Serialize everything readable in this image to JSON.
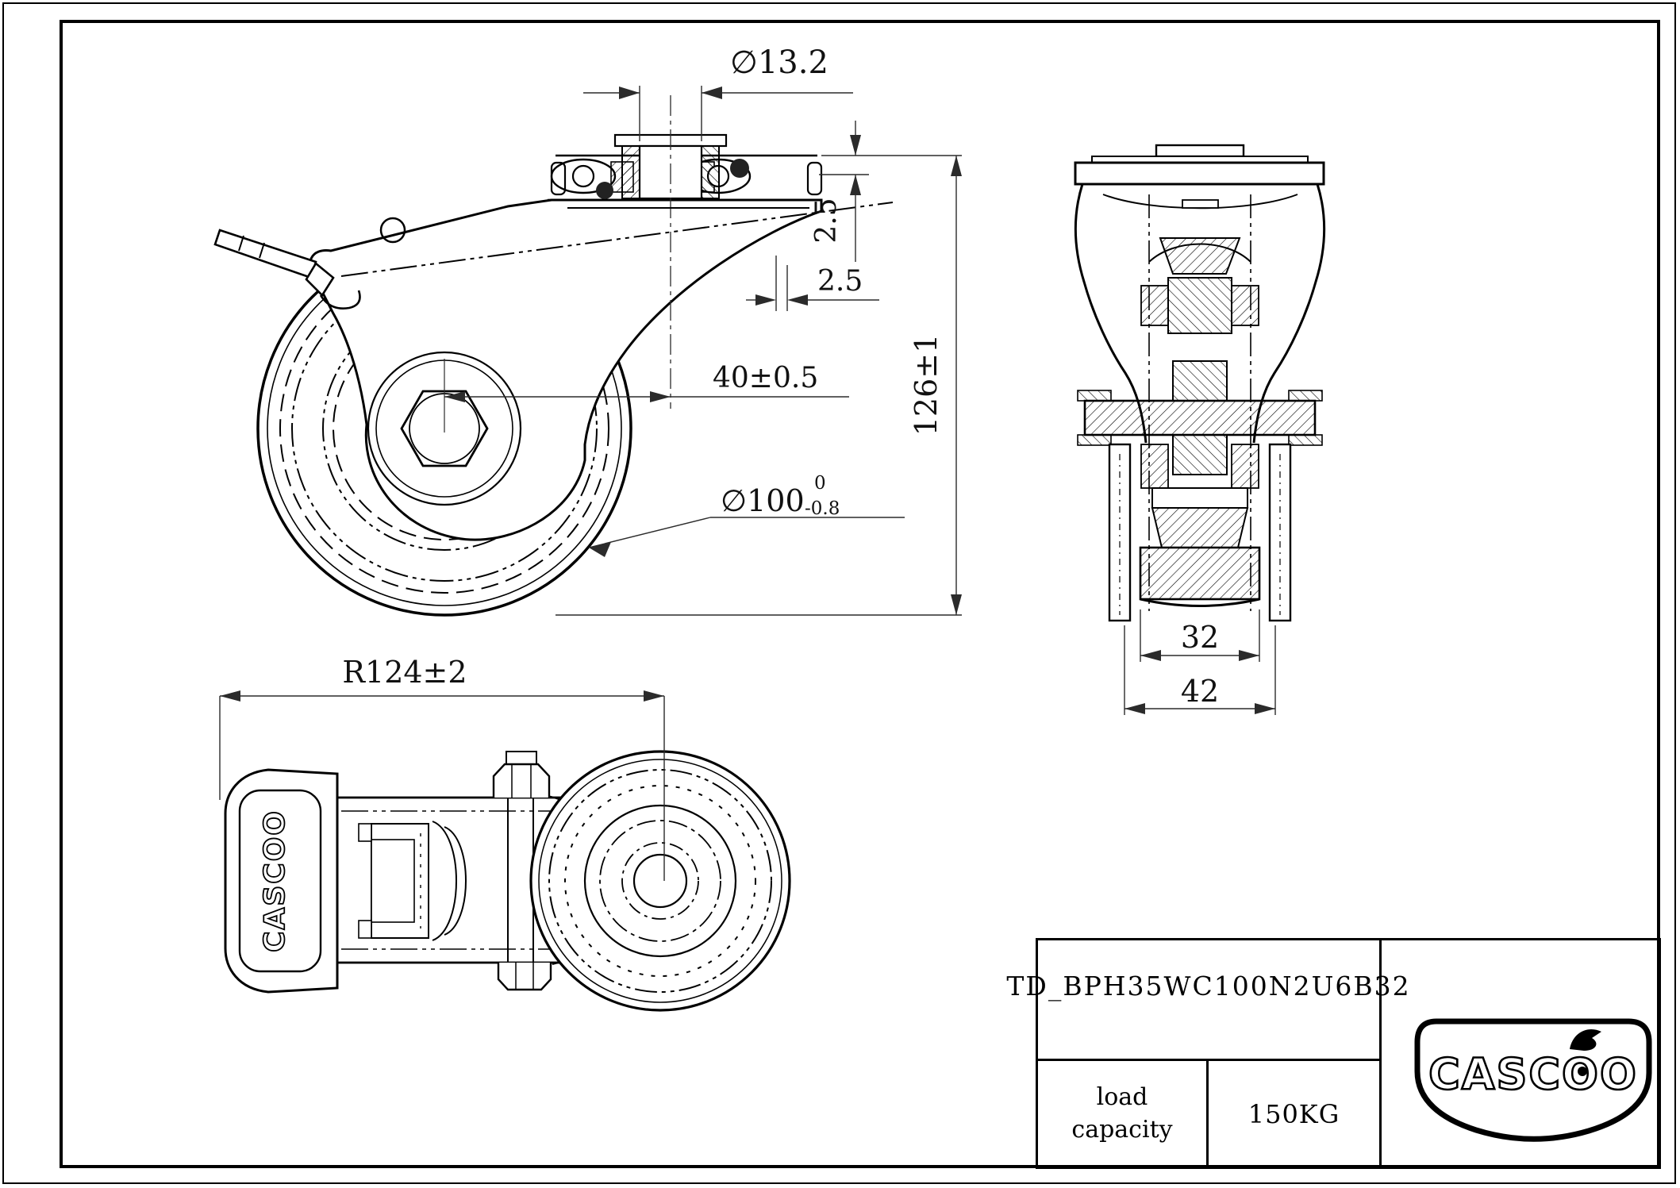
{
  "dimensions": {
    "front": {
      "bolt_hole": "∅13.2",
      "plate_thickness": "2.5",
      "fork_offset_small": "2.5",
      "wheel_offset": "40±0.5",
      "wheel_diameter": "∅100",
      "wheel_diameter_tol_upper": "0",
      "wheel_diameter_tol_lower": "-0.8",
      "mounting_height": "126±1"
    },
    "side": {
      "tread_width": "32",
      "overall_width": "42"
    },
    "plan": {
      "swivel_radius": "R124±2"
    }
  },
  "branding": {
    "pedal_text": "CASCOO",
    "logo_text": "CASCOO"
  },
  "title_block": {
    "part_number": "TD_BPH35WC100N2U6B32",
    "load_capacity_label": "load\ncapacity",
    "load_capacity_value": "150KG"
  },
  "colors": {
    "line": "#000000",
    "dimension_line": "#2b2b2b",
    "background": "#ffffff"
  }
}
